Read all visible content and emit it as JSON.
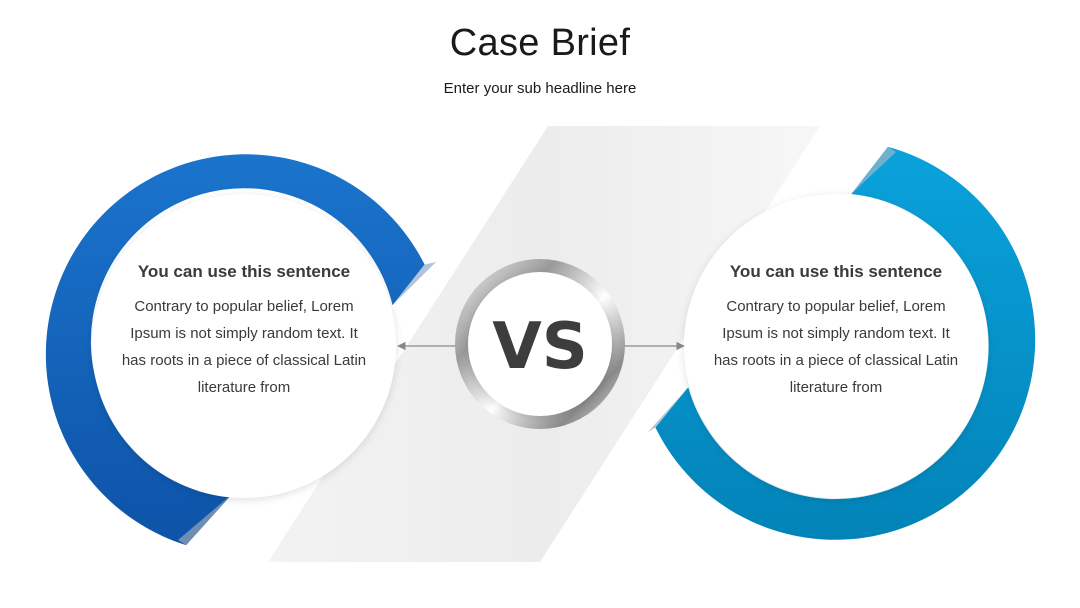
{
  "header": {
    "title": "Case Brief",
    "subtitle": "Enter your sub headline here"
  },
  "vs_label": "VS",
  "cards": [
    {
      "heading": "You can use this sentence",
      "body": "Contrary to popular belief, Lorem Ipsum is not simply random text. It has roots in a piece of classical Latin literature from"
    },
    {
      "heading": "You can use this sentence",
      "body": "Contrary to popular belief, Lorem Ipsum is not simply random text. It has roots in a piece of classical Latin literature from"
    }
  ],
  "colors": {
    "left_ring_light": "#1b74cc",
    "left_ring_dark": "#0d53a8",
    "right_ring_light": "#0aa2dc",
    "right_ring_dark": "#0283b8",
    "band": "#eeeeee",
    "vs_text": "#3d3d3d"
  }
}
